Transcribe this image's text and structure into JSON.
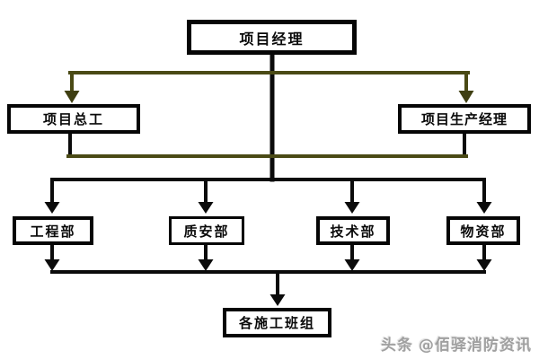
{
  "diagram": {
    "type": "org-chart",
    "nodes": {
      "project_manager": "项目经理",
      "chief_engineer": "项目总工",
      "production_manager": "项目生产经理",
      "engineering_dept": "工程部",
      "quality_safety_dept": "质安部",
      "technical_dept": "技术部",
      "materials_dept": "物资部",
      "construction_teams": "各施工班组"
    },
    "edges": [
      {
        "from": "project_manager",
        "to": "chief_engineer"
      },
      {
        "from": "project_manager",
        "to": "production_manager"
      },
      {
        "from": "project_manager",
        "to": "engineering_dept"
      },
      {
        "from": "project_manager",
        "to": "quality_safety_dept"
      },
      {
        "from": "project_manager",
        "to": "technical_dept"
      },
      {
        "from": "project_manager",
        "to": "materials_dept"
      },
      {
        "from": "chief_engineer",
        "to": "departments_trunk"
      },
      {
        "from": "production_manager",
        "to": "departments_trunk"
      },
      {
        "from": "engineering_dept",
        "to": "construction_teams"
      },
      {
        "from": "quality_safety_dept",
        "to": "construction_teams"
      },
      {
        "from": "technical_dept",
        "to": "construction_teams"
      },
      {
        "from": "materials_dept",
        "to": "construction_teams"
      }
    ],
    "colors": {
      "main_line": "#0b0b0b",
      "deputy_branch_line": "#4a4a15",
      "box_border": "#060606",
      "box_fill": "#ffffff",
      "watermark_text": "#a0a0a0"
    }
  },
  "watermark": {
    "brand": "头条",
    "handle": "@佰驿消防资讯"
  }
}
